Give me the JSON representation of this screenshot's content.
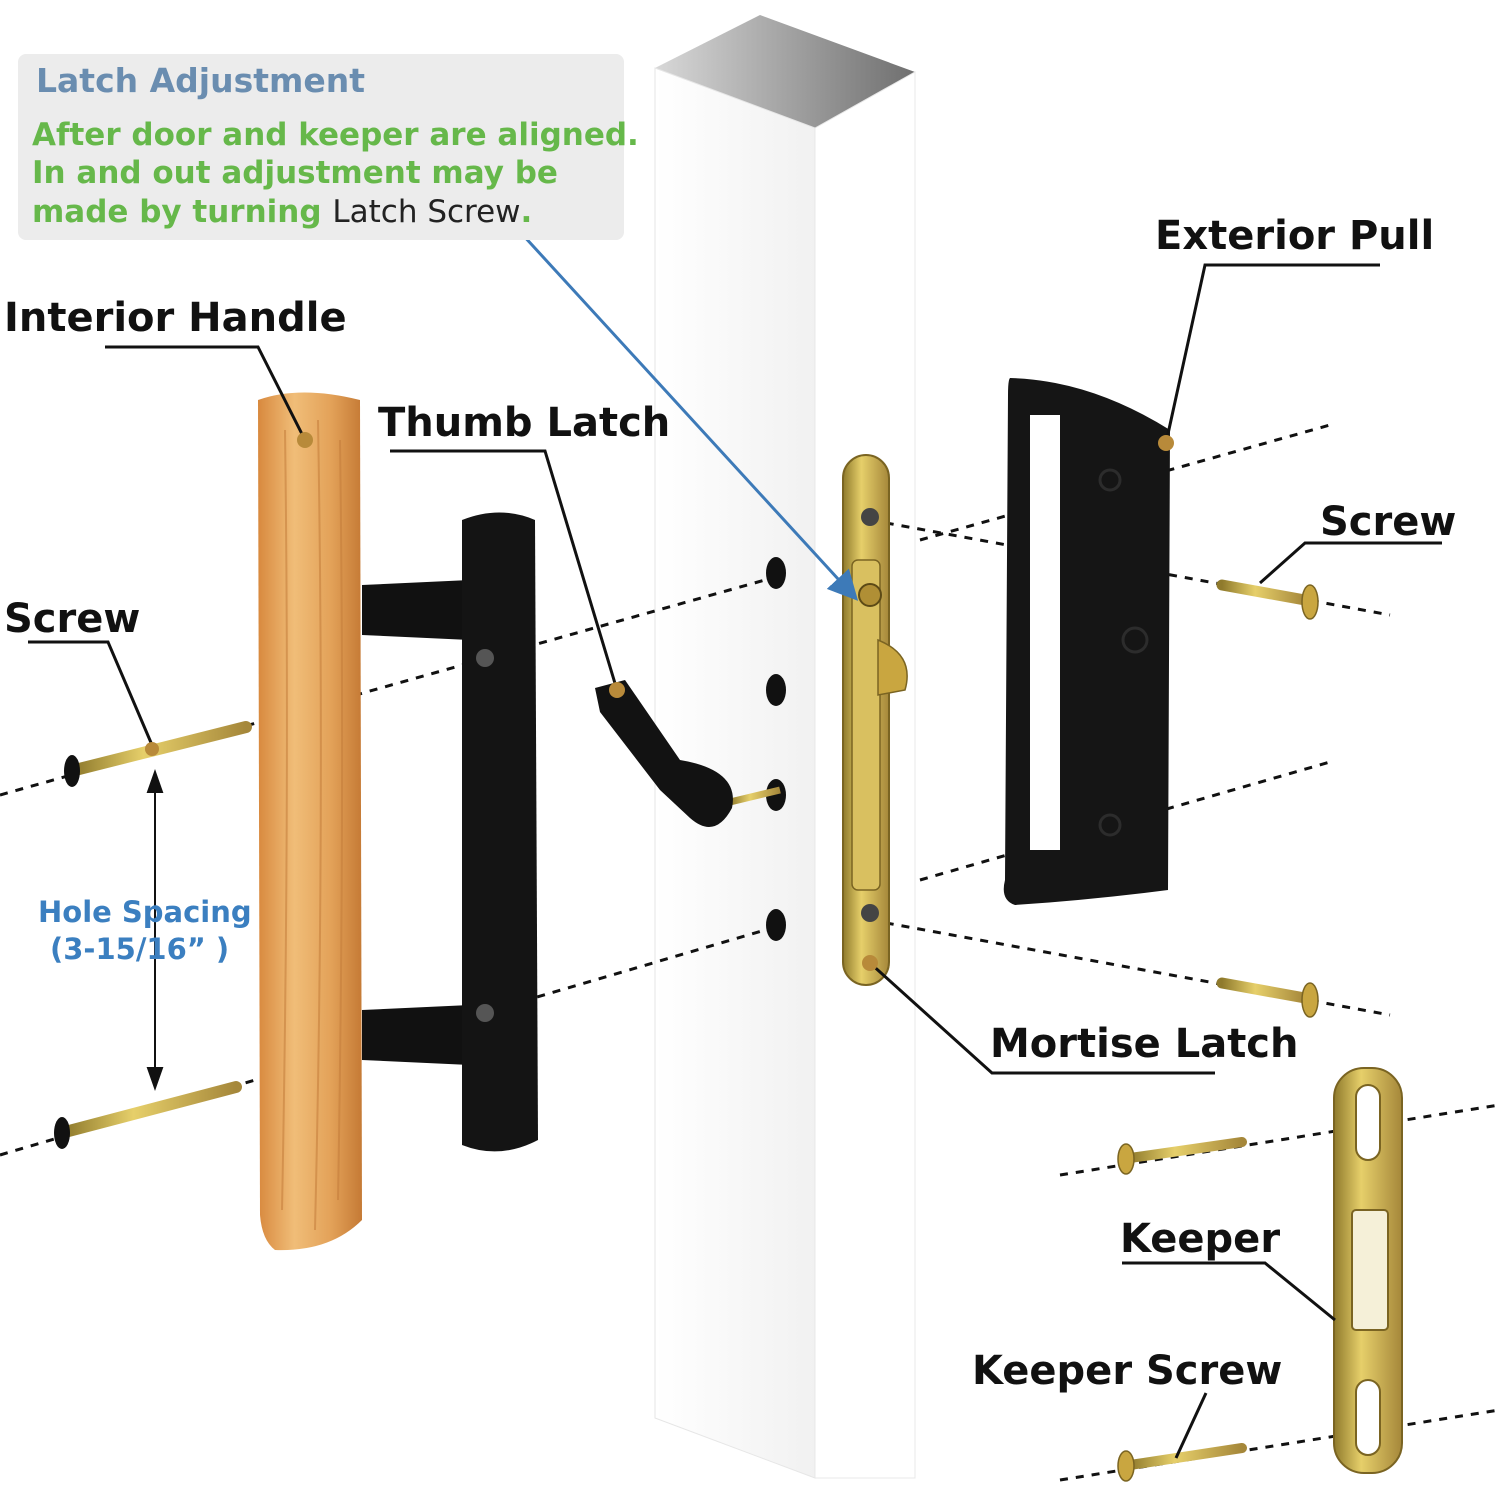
{
  "note": {
    "title": "Latch Adjustment",
    "line1": "After door and keeper are aligned.",
    "line2": "In and out adjustment may be",
    "line3_prefix": "made by turning",
    "line3_link": "Latch Screw",
    "line3_suffix": "."
  },
  "labels": {
    "interior_handle": "Interior Handle",
    "thumb_latch": "Thumb Latch",
    "exterior_pull": "Exterior Pull",
    "screw_left": "Screw",
    "screw_right": "Screw",
    "hole_spacing": "Hole Spacing",
    "hole_spacing_value": "(3-15/16”  )",
    "mortise_latch": "Mortise Latch",
    "keeper": "Keeper",
    "keeper_screw": "Keeper Screw"
  },
  "colors": {
    "note_title": "#6a8db0",
    "note_text": "#66b84a",
    "hole_spacing": "#3b7fc0",
    "arrow": "#3d7ab8",
    "wood": "#e2a45c",
    "brass": "#c9a640",
    "black_hardware": "#111111"
  }
}
